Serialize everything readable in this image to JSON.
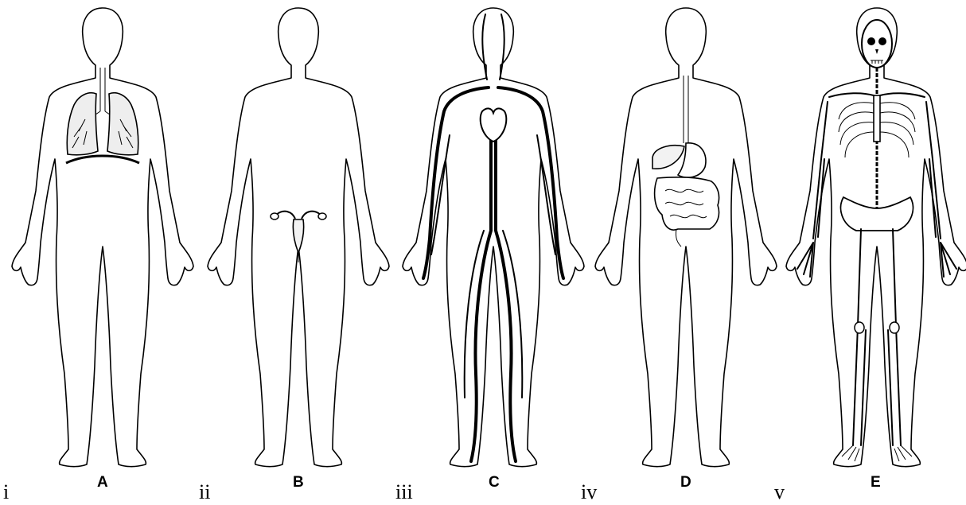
{
  "figures": [
    {
      "roman": "i",
      "letter": "A",
      "system_icon": "lungs-icon"
    },
    {
      "roman": "ii",
      "letter": "B",
      "system_icon": "uterus-icon"
    },
    {
      "roman": "iii",
      "letter": "C",
      "system_icon": "blood-vessels-icon"
    },
    {
      "roman": "iv",
      "letter": "D",
      "system_icon": "digestive-tract-icon"
    },
    {
      "roman": "v",
      "letter": "E",
      "system_icon": "skeleton-icon"
    }
  ]
}
